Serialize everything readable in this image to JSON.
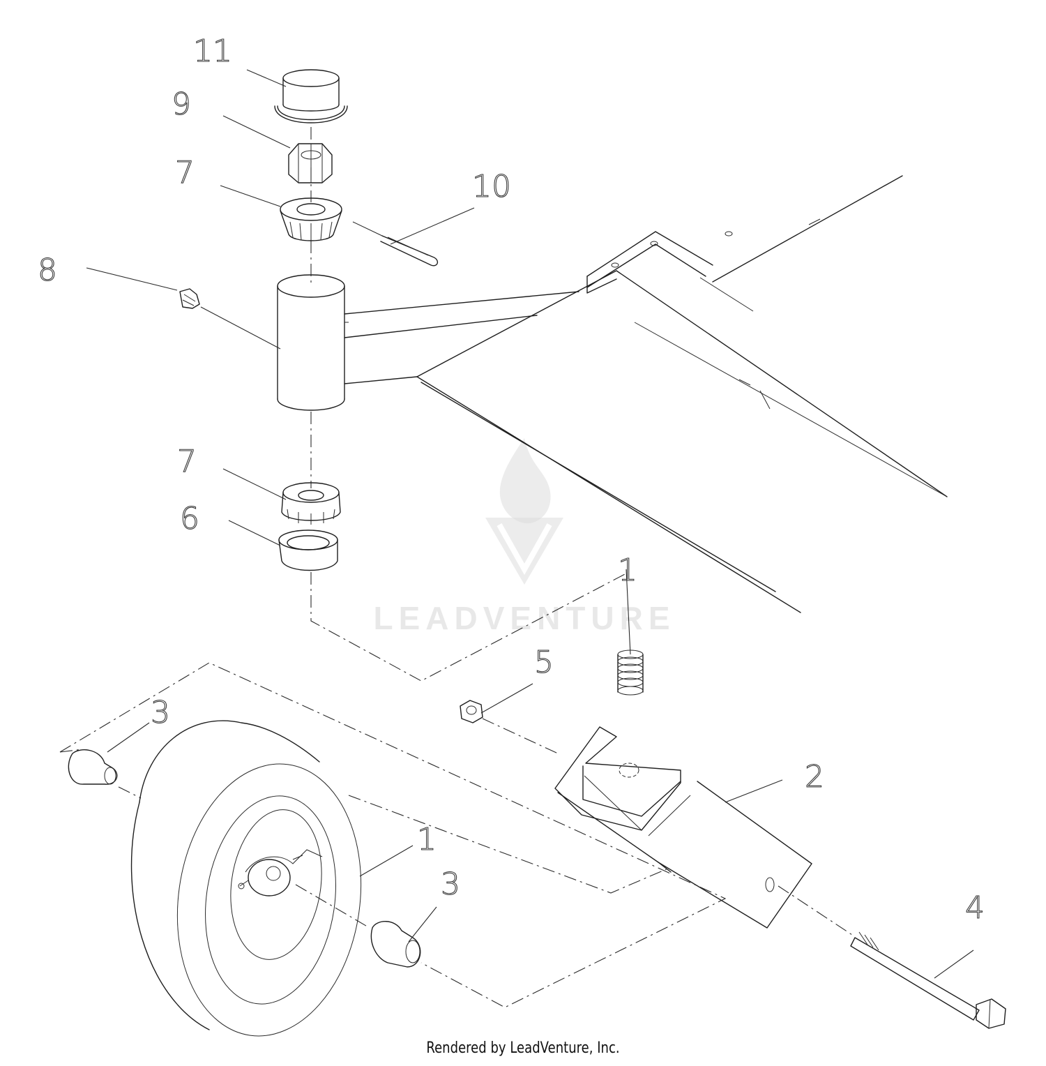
{
  "diagram": {
    "callouts": {
      "c1": "1",
      "c2": "2",
      "c3a": "3",
      "c3b": "3",
      "c4": "4",
      "c5": "5",
      "c6": "6",
      "c7a": "7",
      "c7b": "7",
      "c8": "8",
      "c9": "9",
      "c10": "10",
      "c11": "11",
      "c12": "1"
    },
    "watermark": "LEADVENTURE",
    "footer": "Rendered by LeadVenture, Inc."
  }
}
